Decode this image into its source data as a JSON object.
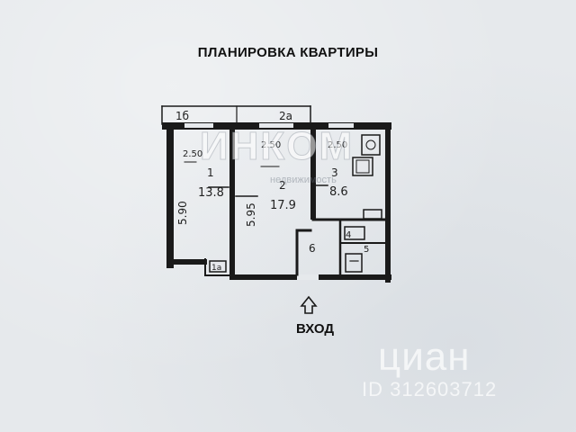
{
  "title": "ПЛАНИРОВКА КВАРТИРЫ",
  "entry_label": "ВХОД",
  "icons": {
    "entry": "entry-arrow-icon"
  },
  "plan_labels": {
    "dim_top_left": "1б",
    "dim_top_right": "2а",
    "height_left": "2.50",
    "height_mid": "2.50",
    "height_right": "2.50",
    "room1_index": "1",
    "room1_area": "13.8",
    "room1_width": "5.90",
    "room2_index": "2",
    "room2_area": "17.9",
    "room2_width": "5.95",
    "kitchen_index": "3",
    "kitchen_area": "8.6",
    "hall_index": "6",
    "bath_index": "4",
    "wc_index": "5",
    "balcony_index": "1а"
  },
  "watermarks": {
    "agency_logo": "ИНКОМ",
    "agency_sub": "недвижимость",
    "cian_logo": "циан",
    "cian_id": "ID 312603712"
  }
}
